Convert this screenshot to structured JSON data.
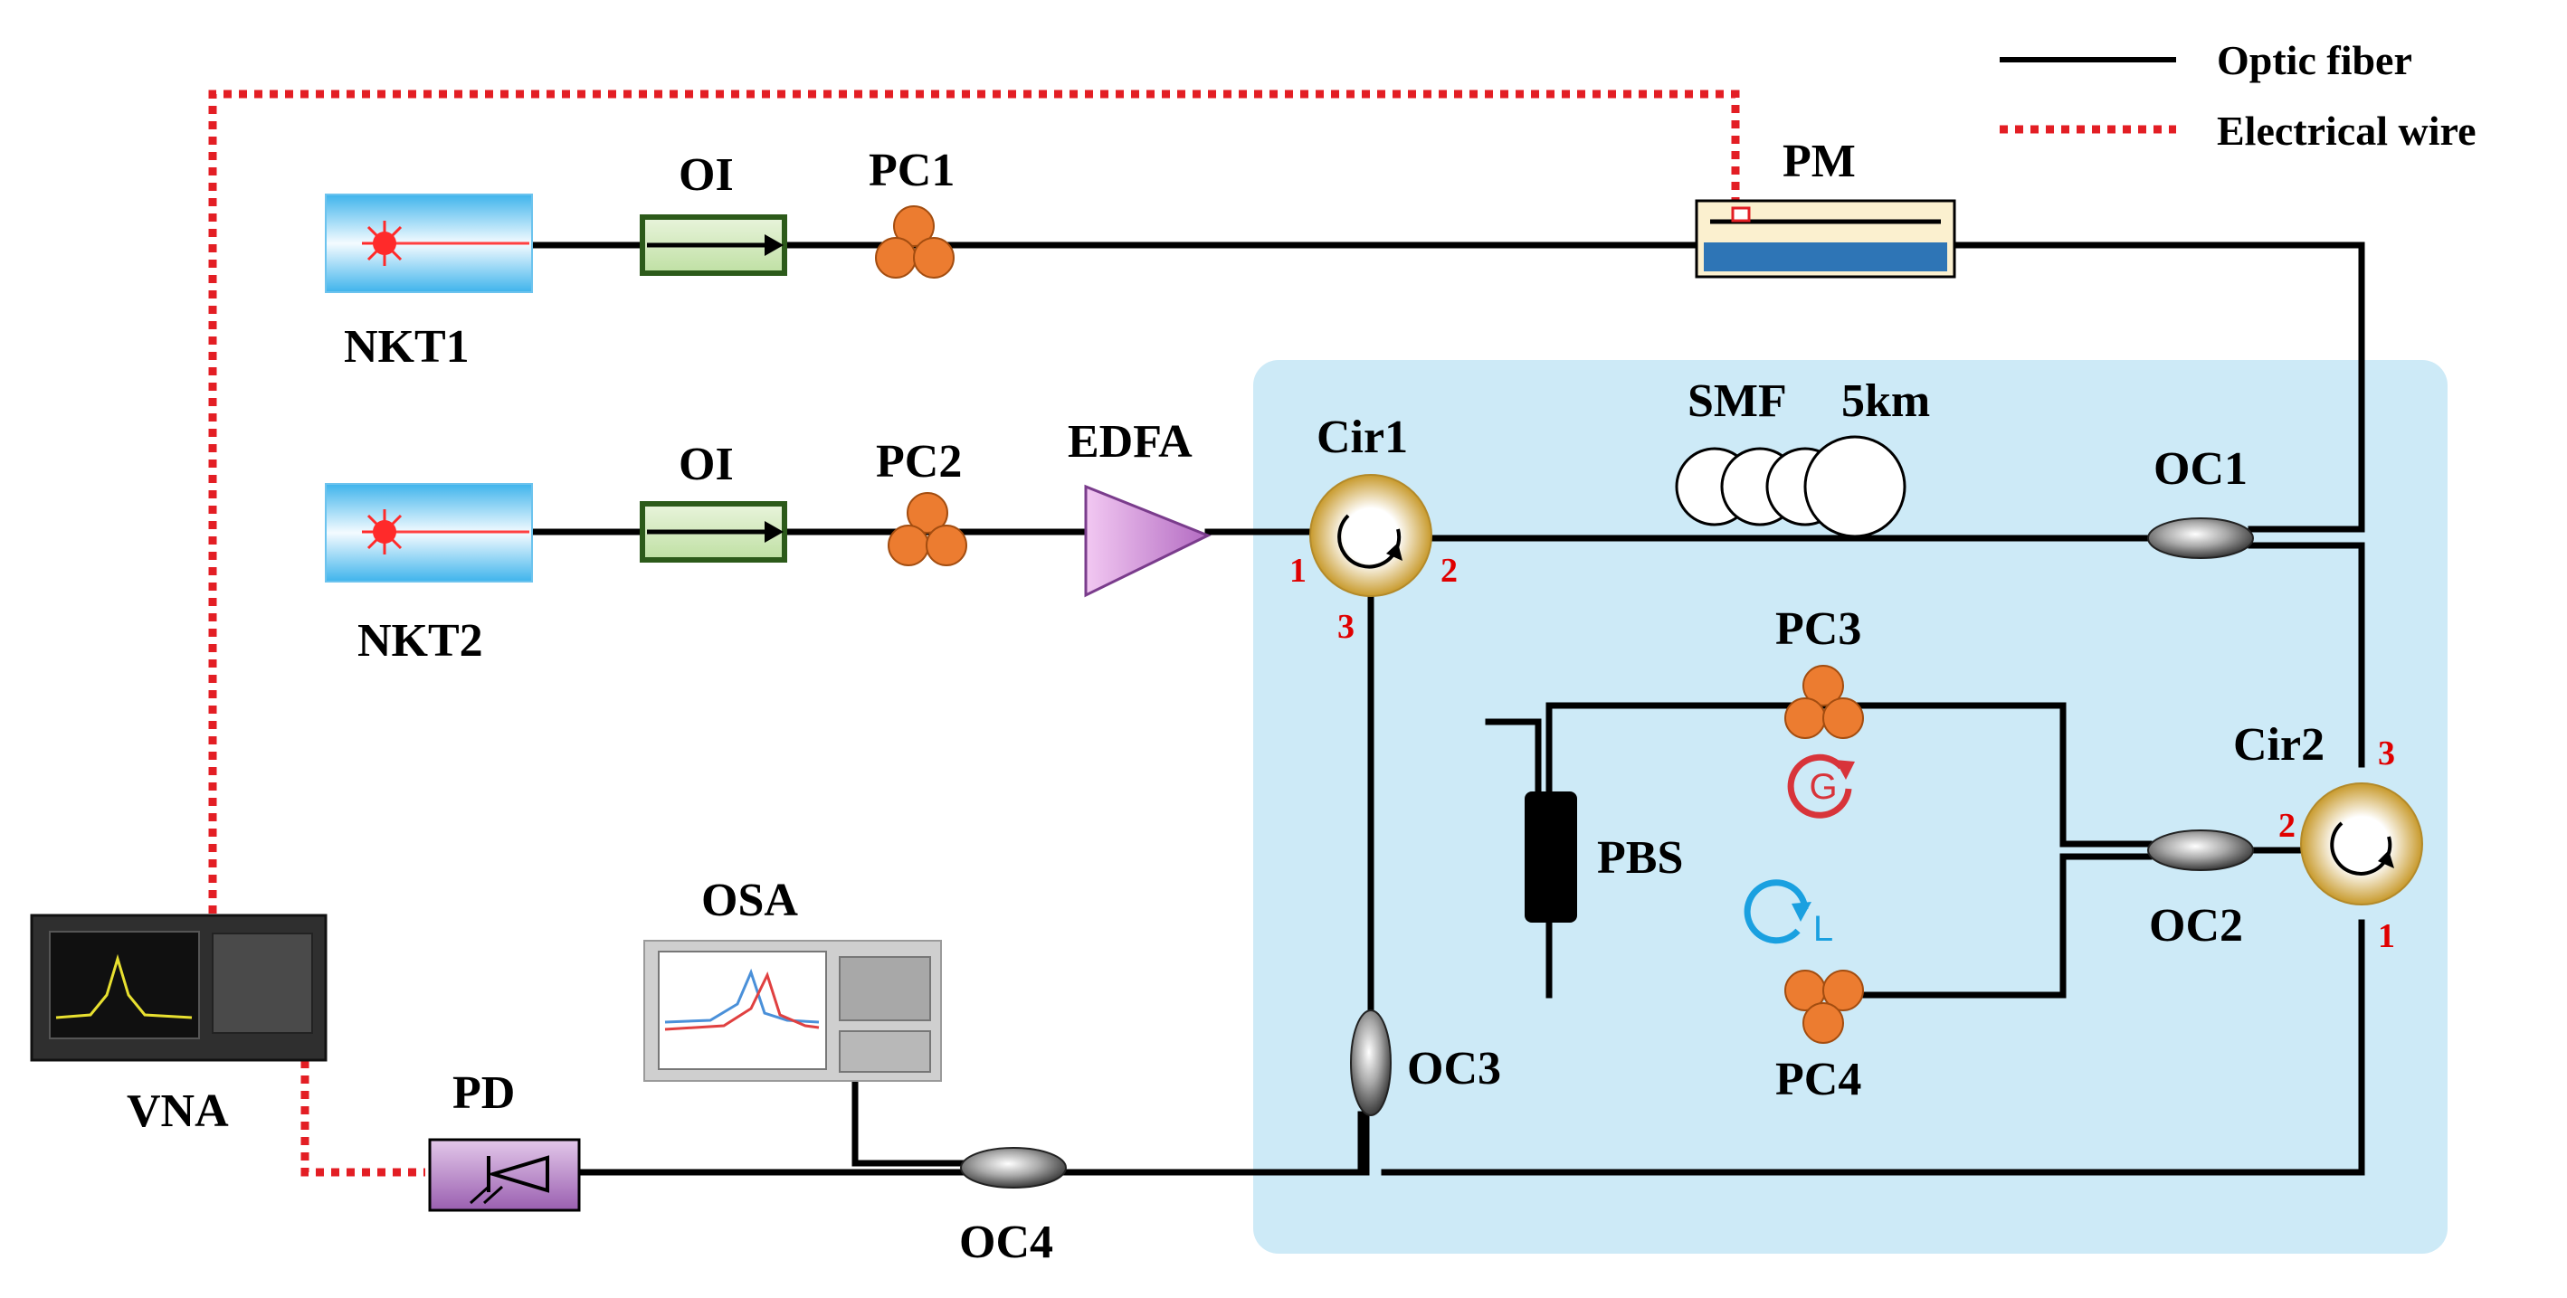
{
  "legend": {
    "fiber_label": "Optic fiber",
    "wire_label": "Electrical wire"
  },
  "components": {
    "nkt1": "NKT1",
    "nkt2": "NKT2",
    "oi1": "OI",
    "oi2": "OI",
    "pc1": "PC1",
    "pc2": "PC2",
    "pc3": "PC3",
    "pc4": "PC4",
    "edfa": "EDFA",
    "pm": "PM",
    "smf": "SMF",
    "smf_length": "5km",
    "cir1": "Cir1",
    "cir2": "Cir2",
    "oc1": "OC1",
    "oc2": "OC2",
    "oc3": "OC3",
    "oc4": "OC4",
    "pbs": "PBS",
    "osa": "OSA",
    "vna": "VNA",
    "pd": "PD"
  },
  "ports": {
    "cir1_p1": "1",
    "cir1_p2": "2",
    "cir1_p3": "3",
    "cir2_p1": "1",
    "cir2_p2": "2",
    "cir2_p3": "3"
  },
  "loop_markers": {
    "gain": "G",
    "loss": "L"
  },
  "colors": {
    "fiber": "#000000",
    "wire": "#e31e24",
    "loop_region": "#cdeaf7",
    "pc_paddle": "#ec7c30",
    "port_label": "#e00000",
    "gain_marker": "#d8343a",
    "loss_marker": "#1aa0e0"
  }
}
